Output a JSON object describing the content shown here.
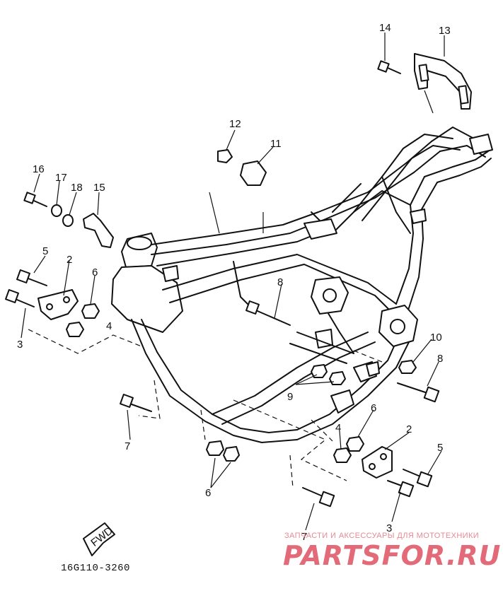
{
  "diagram": {
    "drawing_number": "16G110-3260",
    "fwd_label": "FWD",
    "callouts": [
      "2",
      "3",
      "4",
      "5",
      "6",
      "7",
      "8",
      "9",
      "10",
      "11",
      "12",
      "13",
      "14",
      "15",
      "16",
      "17",
      "18"
    ]
  },
  "watermark": {
    "caption": "ЗАПЧАСТИ И АКСЕССУАРЫ ДЛЯ МОТОТЕХНИКИ",
    "logo_text": "PARTSFOR.RU",
    "color": "#e36a78"
  }
}
